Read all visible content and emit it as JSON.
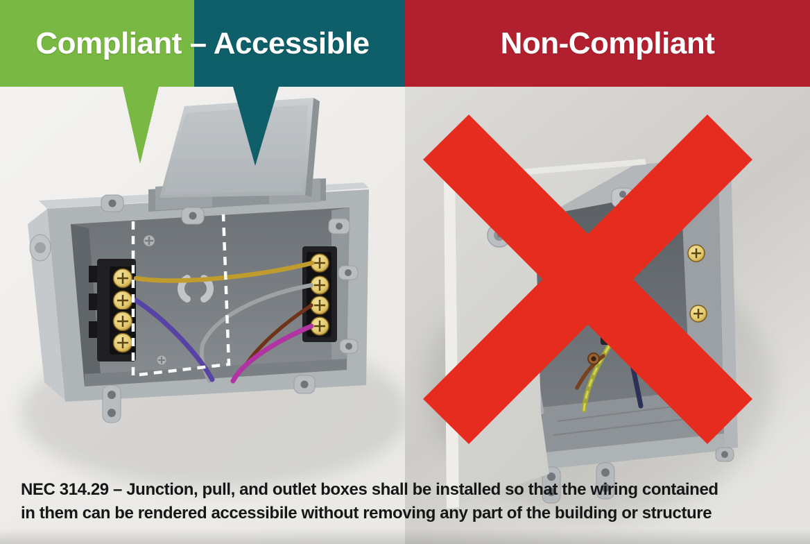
{
  "headers": {
    "left": {
      "label": "Compliant – Accessible"
    },
    "right": {
      "label": "Non-Compliant"
    }
  },
  "caption": {
    "line1": "NEC 314.29 – Junction, pull, and outlet boxes shall be installed so that the wiring contained",
    "line2": "in them can be rendered accessibile without removing any part of the building or structure"
  },
  "colors": {
    "compliant_green": "#79b843",
    "accessible_teal": "#0e5f69",
    "noncompliant_red": "#b2202f",
    "x_red": "#e62c1f",
    "header_text": "#ffffff",
    "caption_text": "#161616"
  },
  "graphics": {
    "left_scene": {
      "name": "compliant-open-junction-box-photo",
      "callouts": [
        {
          "name": "green-callout-arrow",
          "color": "#79b843"
        },
        {
          "name": "teal-callout-arrow",
          "color": "#0e5f69"
        }
      ],
      "accessible_zone": {
        "name": "dashed-accessible-zone",
        "color": "#ffffff"
      },
      "wire_colors": [
        "#c09c2e",
        "#5742a5",
        "#9fa1a3",
        "#6f3417",
        "#b233a2"
      ]
    },
    "right_scene": {
      "name": "noncompliant-covered-junction-box-photo",
      "overlay": {
        "name": "red-x-icon",
        "color": "#e62c1f"
      },
      "wire_colors": [
        "#a4a636",
        "#2c3158",
        "#77411f"
      ]
    }
  }
}
